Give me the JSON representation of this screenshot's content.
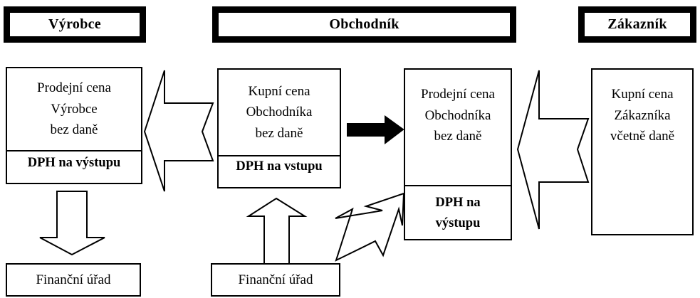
{
  "diagram": {
    "title": "VAT flow between Výrobce, Obchodník, Zákazník",
    "colors": {
      "stroke": "#000000",
      "fill": "#ffffff",
      "solid_arrow": "#000000"
    },
    "headers": [
      {
        "id": "vyrobce",
        "label": "Výrobce"
      },
      {
        "id": "obchodnik",
        "label": "Obchodník"
      },
      {
        "id": "zakaznik",
        "label": "Zákazník"
      }
    ],
    "boxes": {
      "producer_price": {
        "top_lines": [
          "Prodejní cena",
          "Výrobce",
          "bez daně"
        ],
        "bottom_lines": [
          "DPH na výstupu"
        ]
      },
      "merchant_purchase": {
        "top_lines": [
          "Kupní cena",
          "Obchodníka",
          "bez daně"
        ],
        "bottom_lines": [
          "DPH na vstupu"
        ]
      },
      "merchant_sale": {
        "top_lines": [
          "Prodejní cena",
          "Obchodníka",
          "bez daně"
        ],
        "bottom_lines": [
          "DPH na",
          "výstupu"
        ]
      },
      "customer_price": {
        "top_lines": [
          "Kupní cena",
          "Zákazníka",
          "včetně daně"
        ],
        "bottom_lines": []
      },
      "tax_office_left": {
        "top_lines": [
          "Finanční úřad"
        ],
        "bottom_lines": []
      },
      "tax_office_middle": {
        "top_lines": [
          "Finanční úřad"
        ],
        "bottom_lines": []
      }
    },
    "arrows": [
      {
        "id": "chevron-left-producer",
        "shape": "chevron",
        "direction": "left",
        "style": "hollow"
      },
      {
        "id": "arrow-merchant-purchase-to-sale",
        "shape": "block-arrow",
        "direction": "right",
        "style": "solid"
      },
      {
        "id": "chevron-left-customer",
        "shape": "chevron",
        "direction": "left",
        "style": "hollow"
      },
      {
        "id": "arrow-producer-vat-down",
        "shape": "block-arrow",
        "direction": "down",
        "style": "hollow"
      },
      {
        "id": "arrow-merchant-vat-up",
        "shape": "block-arrow",
        "direction": "up",
        "style": "hollow"
      },
      {
        "id": "arrow-merchant-output-vat-diagonal",
        "shape": "block-arrow",
        "direction": "down-left",
        "style": "hollow"
      }
    ]
  }
}
